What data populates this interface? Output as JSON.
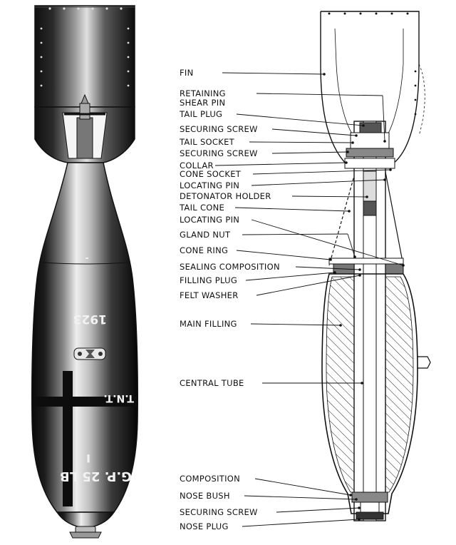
{
  "bomb_markings": {
    "year": "1923",
    "filling": "T.N.T.",
    "designation": "G.P. 25 LB",
    "mark": "I"
  },
  "labels": [
    {
      "id": "fin",
      "text": "FIN"
    },
    {
      "id": "retaining-shear-pin-1",
      "text": "RETAINING"
    },
    {
      "id": "retaining-shear-pin-2",
      "text": "SHEAR PIN"
    },
    {
      "id": "tail-plug",
      "text": "TAIL PLUG"
    },
    {
      "id": "securing-screw-1",
      "text": "SECURING SCREW"
    },
    {
      "id": "tail-socket",
      "text": "TAIL SOCKET"
    },
    {
      "id": "securing-screw-2",
      "text": "SECURING SCREW"
    },
    {
      "id": "collar",
      "text": "COLLAR"
    },
    {
      "id": "cone-socket",
      "text": "CONE SOCKET"
    },
    {
      "id": "locating-pin-1",
      "text": "LOCATING PIN"
    },
    {
      "id": "detonator-holder",
      "text": "DETONATOR HOLDER"
    },
    {
      "id": "tail-cone",
      "text": "TAIL CONE"
    },
    {
      "id": "locating-pin-2",
      "text": "LOCATING PIN"
    },
    {
      "id": "gland-nut",
      "text": "GLAND NUT"
    },
    {
      "id": "cone-ring",
      "text": "CONE RING"
    },
    {
      "id": "sealing-composition",
      "text": "SEALING COMPOSITION"
    },
    {
      "id": "filling-plug",
      "text": "FILLING PLUG"
    },
    {
      "id": "felt-washer",
      "text": "FELT WASHER"
    },
    {
      "id": "main-filling",
      "text": "MAIN FILLING"
    },
    {
      "id": "central-tube",
      "text": "CENTRAL TUBE"
    },
    {
      "id": "composition",
      "text": "COMPOSITION"
    },
    {
      "id": "nose-bush",
      "text": "NOSE BUSH"
    },
    {
      "id": "securing-screw-3",
      "text": "SECURING SCREW"
    },
    {
      "id": "nose-plug",
      "text": "NOSE PLUG"
    }
  ]
}
